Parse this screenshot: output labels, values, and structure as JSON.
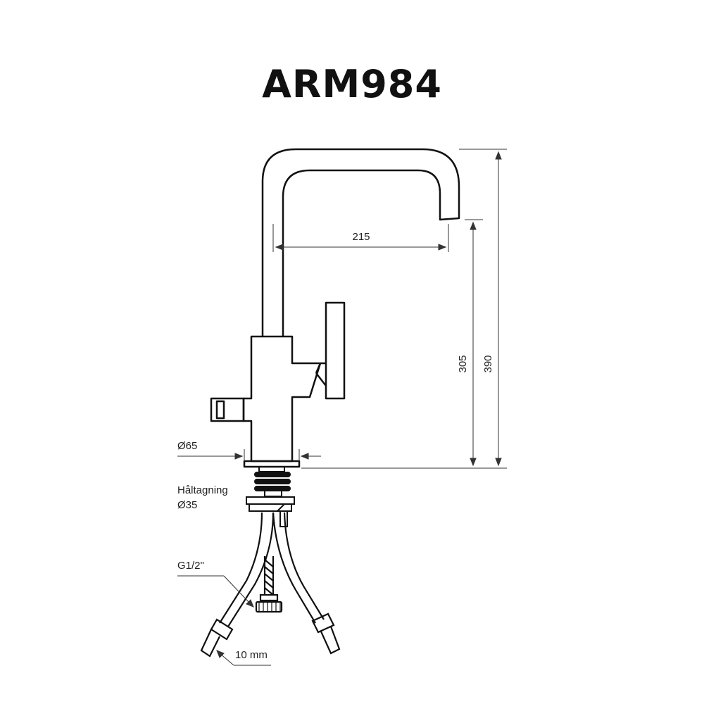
{
  "title": "ARM984",
  "dimensions": {
    "reach": "215",
    "spout_height": "305",
    "total_height": "390",
    "base_diameter": "Ø65",
    "hole_label": "Håltagning",
    "hole_diameter": "Ø35",
    "connection": "G1/2\"",
    "pipe": "10 mm"
  },
  "colors": {
    "line": "#111111",
    "dim": "#333333"
  }
}
